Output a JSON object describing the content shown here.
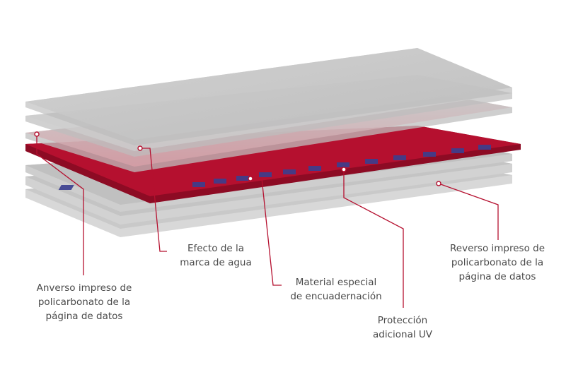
{
  "colors": {
    "accent": "#b5102f",
    "layer_gray": "#c9c9c9",
    "pattern_blue": "#3a3f8f",
    "text": "#4a4a4a"
  },
  "labels": {
    "anverso": [
      "Anverso impreso de",
      "policarbonato de la",
      "página de datos"
    ],
    "marca_agua": [
      "Efecto de la",
      "marca de agua"
    ],
    "material": [
      "Material especial",
      "de encuadernación"
    ],
    "proteccion": [
      "Protección",
      "adicional UV"
    ],
    "reverso": [
      "Reverso impreso de",
      "policarbonato de la",
      "página de datos"
    ]
  }
}
